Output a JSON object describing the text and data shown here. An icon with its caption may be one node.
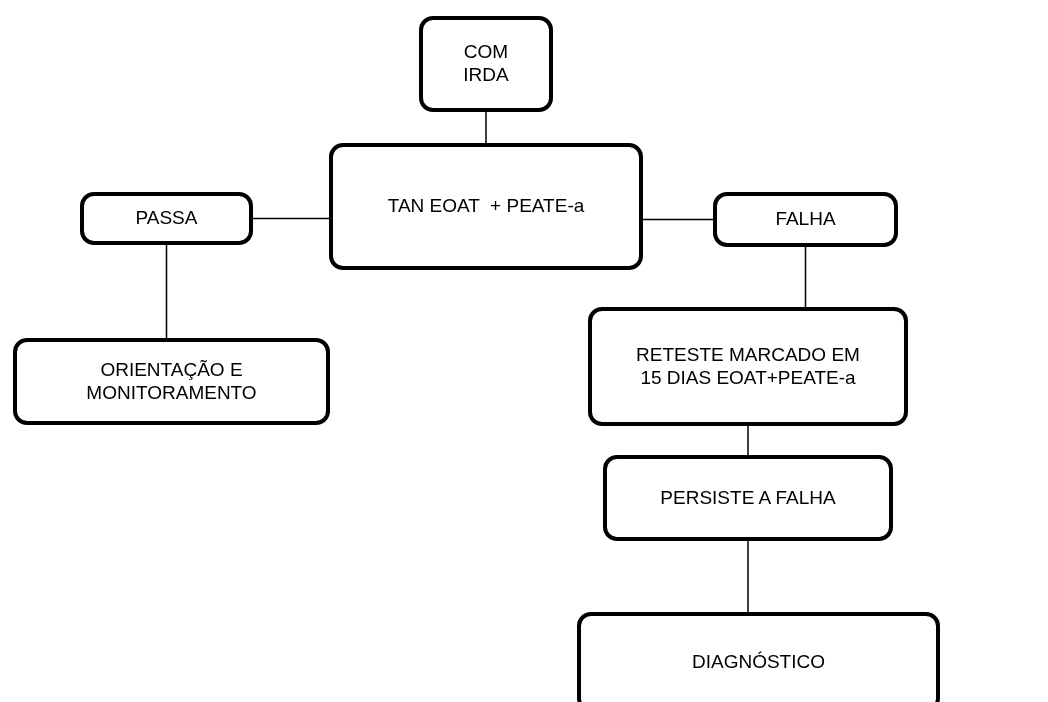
{
  "diagram": {
    "nodes": [
      {
        "text": [
          "COM IRDA"
        ]
      },
      {
        "text": [
          "TAN EOAT  + PEATE-a"
        ]
      },
      {
        "text": [
          "PASSA"
        ]
      },
      {
        "text": [
          "FALHA"
        ]
      },
      {
        "text": [
          "ORIENTAÇÃO E MONITORAMENTO"
        ]
      },
      {
        "text": [
          "RETESTE MARCADO EM 15 DIAS EOAT+PEATE-a"
        ]
      },
      {
        "text": [
          "PERSISTE A FALHA"
        ]
      },
      {
        "text": [
          "DIAGNÓSTICO"
        ]
      }
    ],
    "edges": [
      {
        "from": 0,
        "to": 1,
        "arrow": "none"
      },
      {
        "from": 1,
        "to": 2,
        "arrow": "none"
      },
      {
        "from": 1,
        "to": 3,
        "arrow": "none"
      },
      {
        "from": 2,
        "to": 4,
        "arrow": "none"
      },
      {
        "from": 3,
        "to": 5,
        "arrow": "none"
      },
      {
        "from": 5,
        "to": 6,
        "arrow": "none"
      },
      {
        "from": 6,
        "to": 7,
        "arrow": "none"
      }
    ]
  }
}
